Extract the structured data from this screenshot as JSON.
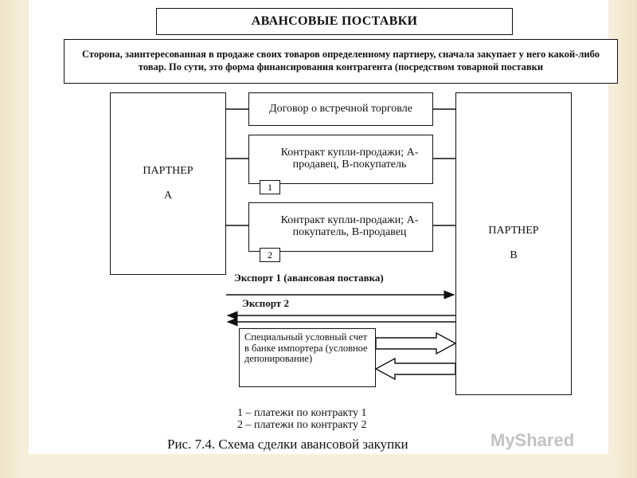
{
  "title": "АВАНСОВЫЕ ПОСТАВКИ",
  "definition": "Сторона, заинтересованная в продаже своих товаров определенному партнеру, сначала закупает у него какой-либо товар. По сути, это форма финансирования контрагента (посредством товарной поставки",
  "partner_a": {
    "label": "ПАРТНЕР",
    "letter": "А"
  },
  "partner_b": {
    "label": "ПАРТНЕР",
    "letter": "В"
  },
  "contracts": [
    {
      "text": "Договор о встречной торговле",
      "number": ""
    },
    {
      "text": "Контракт купли-продажи; А-продавец, В-покупатель",
      "number": "1"
    },
    {
      "text": "Контракт купли-продажи; А-покупатель, В-продавец",
      "number": "2"
    }
  ],
  "flows": {
    "export1": "Экспорт 1 (авансовая поставка)",
    "export2": "Экспорт 2"
  },
  "bank": "Специальный условный счет в банке импортера (условное депонирование)",
  "legend": [
    "1 – платежи по контракту 1",
    "2 – платежи по контракту 2"
  ],
  "caption": "Рис. 7.4. Схема сделки авансовой закупки",
  "watermark": "MyShared"
}
